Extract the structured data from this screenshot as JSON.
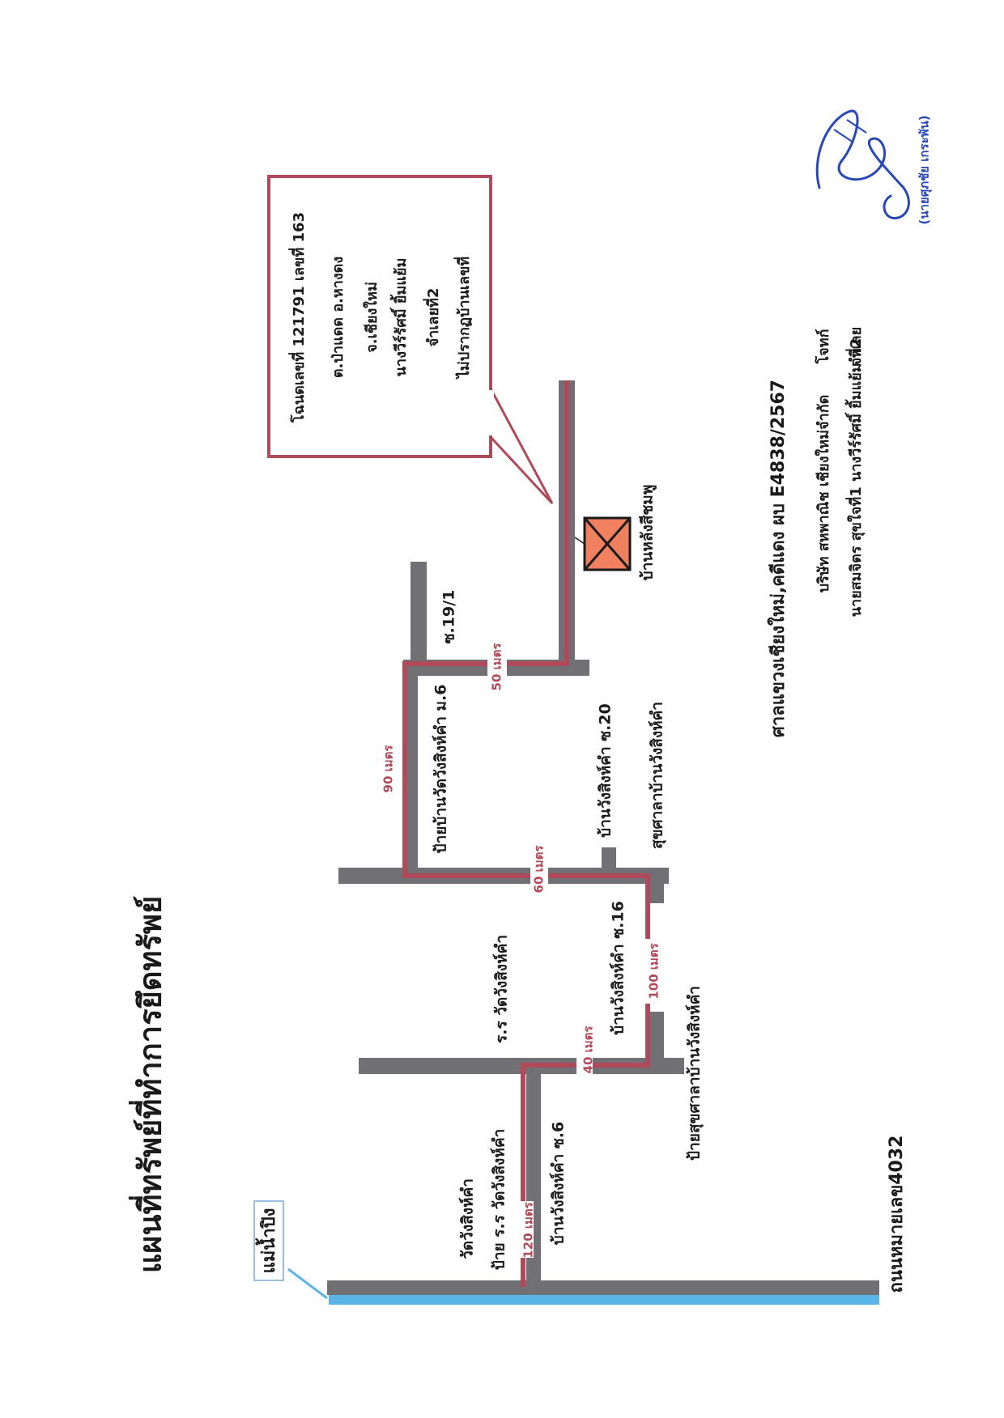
{
  "map": {
    "title": "แผนที่ทรัพย์ที่ทำการยึดทรัพย์",
    "river_label": "แม่น้ำปิง",
    "highway_label": "ถนนหมายเลข4032",
    "distances": {
      "d120": "120 เมตร",
      "d40": "40 เมตร",
      "d100": "100 เมตร",
      "d60": "60 เมตร",
      "d90": "90 เมตร",
      "d50": "50 เมตร"
    },
    "landmarks": {
      "temple": "วัดวังสิงห์คำ",
      "school_sign": "ป้าย ร.ร วัดวังสิงห์คำ",
      "soi6": "บ้านวังสิงห์คำ ซ.6",
      "school": "ร.ร วัดวังสิงห์คำ",
      "health_sign": "ป้ายสุขศาลาบ้านวังสิงห์คำ",
      "soi16": "บ้านวังสิงห์คำ ซ.16",
      "health_center": "สุขศาลาบ้านวังสิงห์คำ",
      "soi20": "บ้านวังสิงห์คำ ซ.20",
      "village_sign": "ป้ายบ้านวัดวังสิงห์คำ ม.6",
      "soi19_1": "ซ.19/1",
      "pink_house": "บ้านหลังสีชมพู"
    },
    "callout_lines": [
      "โฉนดเลขที่ 121791 เลขที่ 163",
      "ต.ป่าแดด อ.หางดง",
      "จ.เชียงใหม่",
      "นางวีร์รัศมิ์ ยิ้มแย้ม",
      "จำเลยที่2",
      "ไม่ปรากฏบ้านเลขที่"
    ],
    "case_info": {
      "court_line": "ศาลแขวงเชียงใหม่,คดีแดง ผบ E4838/2567",
      "plaintiff_line": "บริษัท สหพาณิช เชียงใหม่จำกัด",
      "plaintiff_role": "โจทก์",
      "defendant_line": "นายสมจิตร สุขใจที่1 นางวีร์รัศมิ์ ยิ้มแย้ม ที่2",
      "defendant_role": "จำเลย"
    },
    "signature_name": "(นายศุภชัย เกระพัน)"
  },
  "colors": {
    "road": "#707075",
    "route": "#b04a5a",
    "river": "#5ab4e6",
    "house_fill": "#f08060",
    "callout_border": "#b04a5a",
    "signature_ink": "#2848b8"
  }
}
